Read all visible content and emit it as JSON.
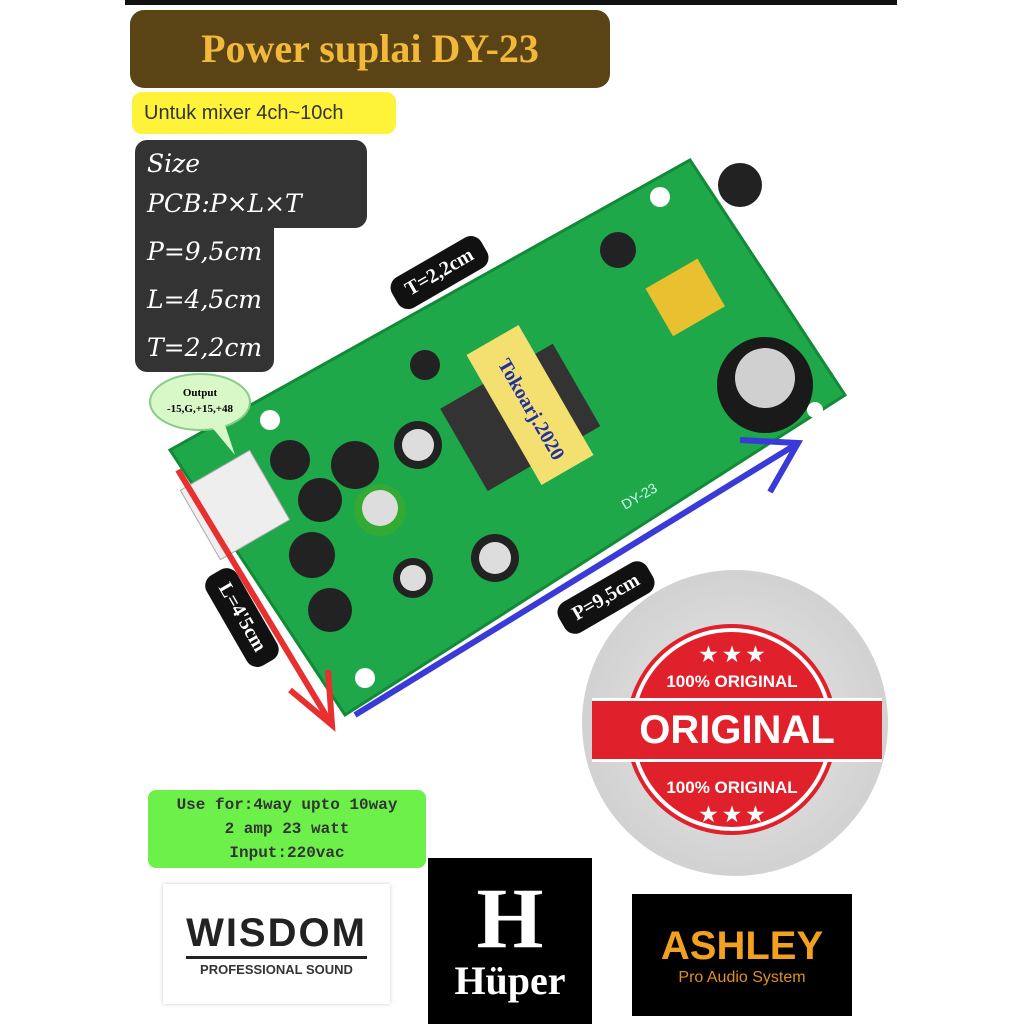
{
  "header": {
    "title": "Power suplai DY-23",
    "subtitle": "Untuk mixer 4ch~10ch"
  },
  "size_box": {
    "lines": [
      "Size PCB:P×L×T",
      "P=9,5cm",
      "L=4,5cm",
      "T=2,2cm"
    ]
  },
  "pcb": {
    "dim_t": "T=2,2cm",
    "dim_l": "L=4'5cm",
    "dim_p": "P=9,5cm",
    "output_bubble": [
      "Output",
      "-15,G,+15,+48"
    ],
    "transformer_label": "Tokoarj.2020",
    "board_label": "DY-23",
    "color": "#1ea84a"
  },
  "arrows": {
    "l_color": "#e83030",
    "p_color": "#3a3ad8"
  },
  "stamp": {
    "top": "100% ORIGINAL",
    "main": "ORIGINAL",
    "bottom": "100% ORIGINAL",
    "color": "#e0202a"
  },
  "specs": {
    "lines": [
      "Use for:4way upto 10way",
      "2 amp 23 watt",
      "Input:220vac"
    ]
  },
  "brands": {
    "wisdom": {
      "name": "WISDOM",
      "tagline": "PROFESSIONAL SOUND"
    },
    "huper": {
      "letter": "H",
      "name": "Hüper"
    },
    "ashley": {
      "name": "ASHLEY",
      "tagline": "Pro Audio System"
    }
  }
}
